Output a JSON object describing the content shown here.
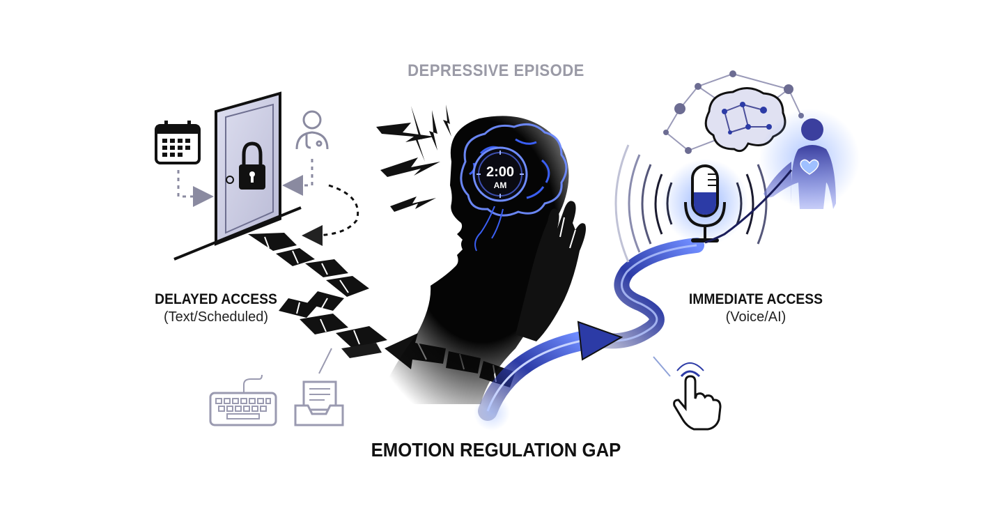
{
  "labels": {
    "top_title": "DEPRESSIVE EPISODE",
    "bottom_title": "EMOTION REGULATION GAP",
    "left_title": "DELAYED ACCESS",
    "left_subtitle": "(Text/Scheduled)",
    "right_title": "IMMEDIATE ACCESS",
    "right_subtitle": "(Voice/AI)",
    "clock_time": "2:00",
    "clock_ampm": "AM"
  },
  "icons": {
    "left": [
      "calendar-icon",
      "locked-door-icon",
      "padlock-icon",
      "doctor-icon",
      "keyboard-icon",
      "inbox-document-icon",
      "broken-path-icon",
      "broken-arrow-icon"
    ],
    "center": [
      "lightning-icon",
      "head-silhouette-icon",
      "brain-icon",
      "clock-icon",
      "hand-icon"
    ],
    "right": [
      "microphone-icon",
      "sound-waves-icon",
      "ai-brain-network-icon",
      "glowing-person-icon",
      "heart-icon",
      "tap-hand-icon",
      "flowing-path-icon",
      "blue-arrow-icon"
    ]
  },
  "colors": {
    "dark": "#111111",
    "muted_title": "#9a9aa6",
    "accent_blue": "#2f3fa8",
    "glow_blue": "#6f8cff",
    "door_lavender": "#c9cae0",
    "line_gray": "#9a9ab0"
  }
}
